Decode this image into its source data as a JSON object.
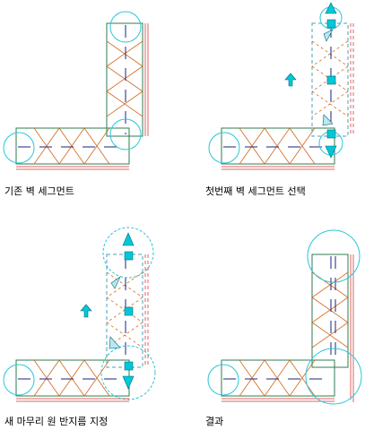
{
  "panels": [
    {
      "caption": "기존 벽 세그먼트"
    },
    {
      "caption": "첫번째 벽 세그먼트 선택"
    },
    {
      "caption": "새 마무리 원 반지름 지정"
    },
    {
      "caption": "결과"
    }
  ],
  "colors": {
    "wall": "#2e7d4f",
    "hatch": "#d2691e",
    "axis": "#1a237e",
    "circle": "#28c6d8",
    "grip": "#00c8d8",
    "trim": "#e06060",
    "selected": "#4aa0b8"
  }
}
